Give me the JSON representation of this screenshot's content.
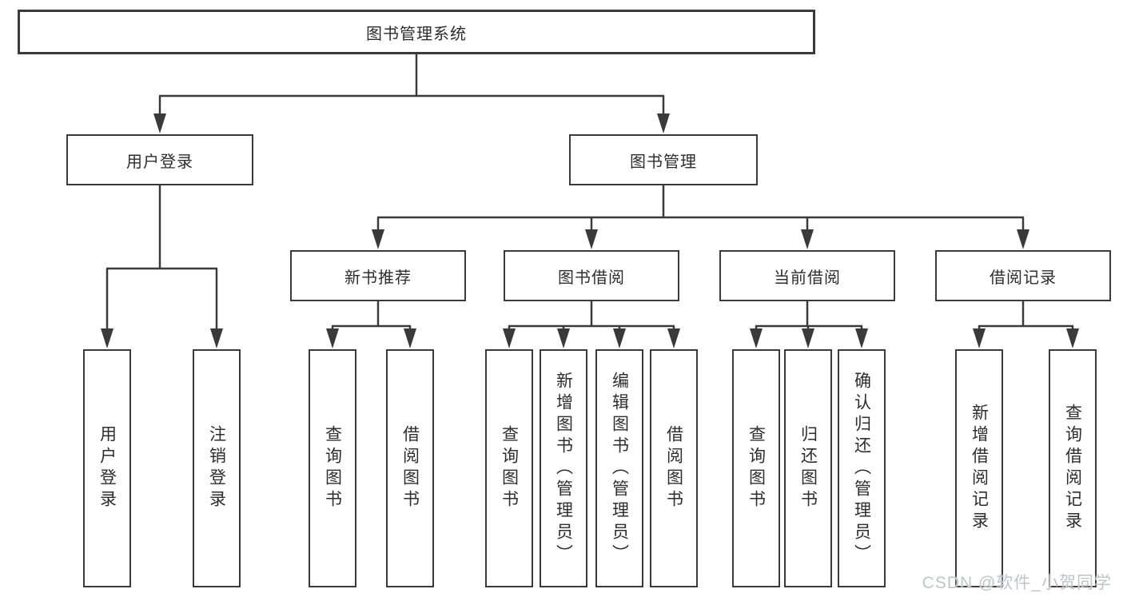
{
  "diagram_type": "tree",
  "tree": {
    "label": "图书管理系统",
    "children": [
      {
        "label": "用户登录",
        "children": [
          {
            "label": "用户登录"
          },
          {
            "label": "注销登录"
          }
        ]
      },
      {
        "label": "图书管理",
        "children": [
          {
            "label": "新书推荐",
            "children": [
              {
                "label": "查询图书"
              },
              {
                "label": "借阅图书"
              }
            ]
          },
          {
            "label": "图书借阅",
            "children": [
              {
                "label": "查询图书"
              },
              {
                "label": "新增图书（管理员）"
              },
              {
                "label": "编辑图书（管理员）"
              },
              {
                "label": "借阅图书"
              }
            ]
          },
          {
            "label": "当前借阅",
            "children": [
              {
                "label": "查询图书"
              },
              {
                "label": "归还图书"
              },
              {
                "label": "确认归还（管理员）"
              }
            ]
          },
          {
            "label": "借阅记录",
            "children": [
              {
                "label": "新增借阅记录"
              },
              {
                "label": "查询借阅记录"
              }
            ]
          }
        ]
      }
    ]
  },
  "watermark": "CSDN @软件_小贺同学",
  "colors": {
    "line": "#3a3a3a",
    "text": "#2d2d2d",
    "background": "#ffffff",
    "watermark": "#c0c3c8"
  }
}
